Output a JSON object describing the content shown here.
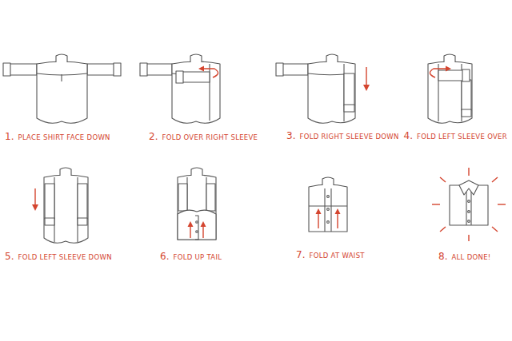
{
  "diagram": {
    "labels": [
      "1.",
      "PLACE SHIRT FACE DOWN",
      "2.",
      "FOLD OVER RIGHT SLEEVE",
      "3.",
      "FOLD RIGHT SLEEVE DOWN",
      "4.",
      "FOLD LEFT SLEEVE OVER",
      "5.",
      "FOLD LEFT SLEEVE DOWN",
      "6.",
      "FOLD UP TAIL",
      "7.",
      "FOLD AT WAIST",
      "8.",
      "ALL DONE!"
    ]
  }
}
